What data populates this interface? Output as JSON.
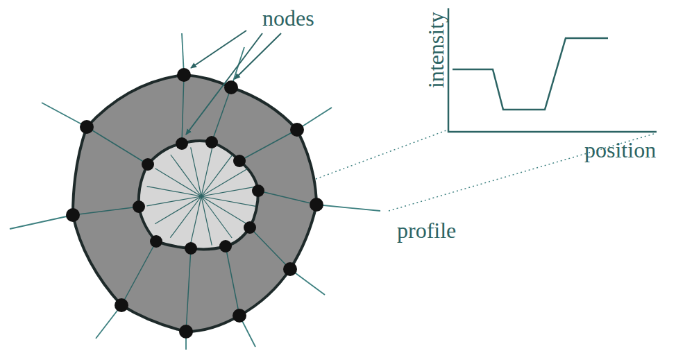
{
  "diagram": {
    "labels": [
      "nodes",
      "intensity",
      "position",
      "profile"
    ]
  }
}
